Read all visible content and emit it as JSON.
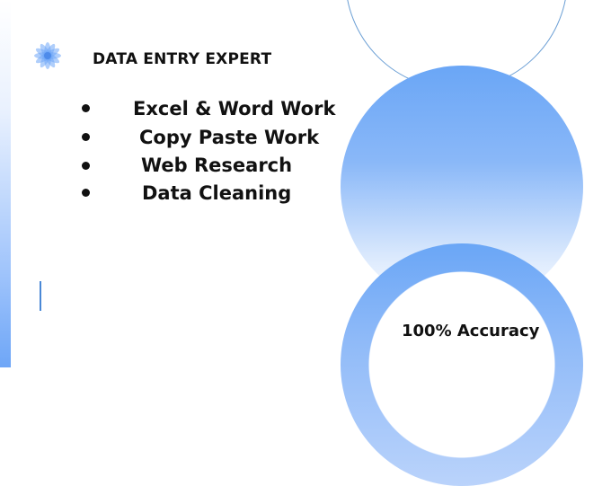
{
  "headline": "DATA ENTRY EXPERT",
  "services": [
    {
      "label": "Excel & Word Work"
    },
    {
      "label": "Copy Paste Work"
    },
    {
      "label": "Web Research"
    },
    {
      "label": "Data Cleaning"
    }
  ],
  "accuracy_label": "100% Accuracy",
  "colors": {
    "accent": "#6aa6f6",
    "ring_outline": "#6a9ed4",
    "text": "#111111"
  },
  "icons": [
    "flower-logo-icon"
  ]
}
